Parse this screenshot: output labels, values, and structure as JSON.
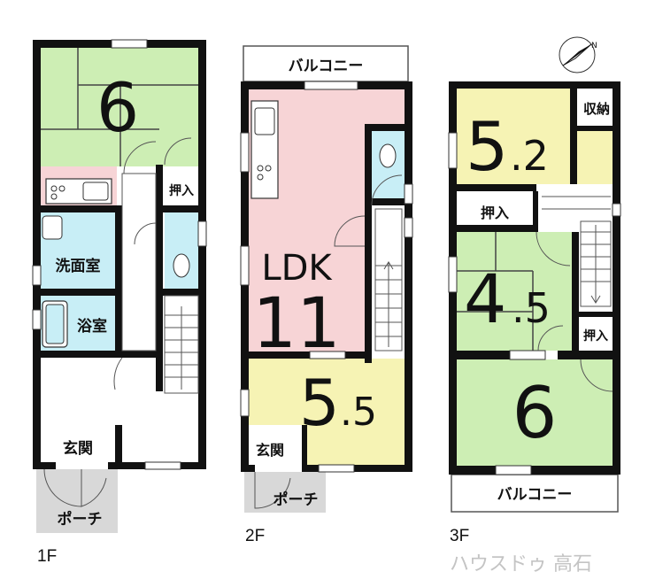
{
  "colors": {
    "tatami_green": "#cdeeb4",
    "kitchen_pink": "#f7d4d6",
    "ldk_pink": "#f7d4d6",
    "wet_blue": "#c8eef6",
    "western_yellow": "#f6f3b4",
    "porch_gray": "#d8d8d8",
    "wall": "#111111"
  },
  "floor1": {
    "floor_label": "1F",
    "tatami_size": "6",
    "oshiire": "押入",
    "senmen": "洗面室",
    "yokushitsu": "浴室",
    "genkan": "玄関",
    "porch": "ポーチ"
  },
  "floor2": {
    "floor_label": "2F",
    "balcony": "バルコニー",
    "ldk_label": "LDK",
    "ldk_size": "11",
    "room_int": "5",
    "room_dec": ".5",
    "genkan": "玄関",
    "porch": "ポーチ"
  },
  "floor3": {
    "floor_label": "3F",
    "top_int": "5",
    "top_dec": ".2",
    "shuno": "収納",
    "oshiire_left": "押入",
    "mid_int": "4",
    "mid_dec": ".5",
    "oshiire_right": "押入",
    "bottom_size": "6",
    "balcony": "バルコニー"
  },
  "watermark": "ハウスドゥ 高石",
  "icons": {
    "compass": "north-arrow-icon"
  }
}
